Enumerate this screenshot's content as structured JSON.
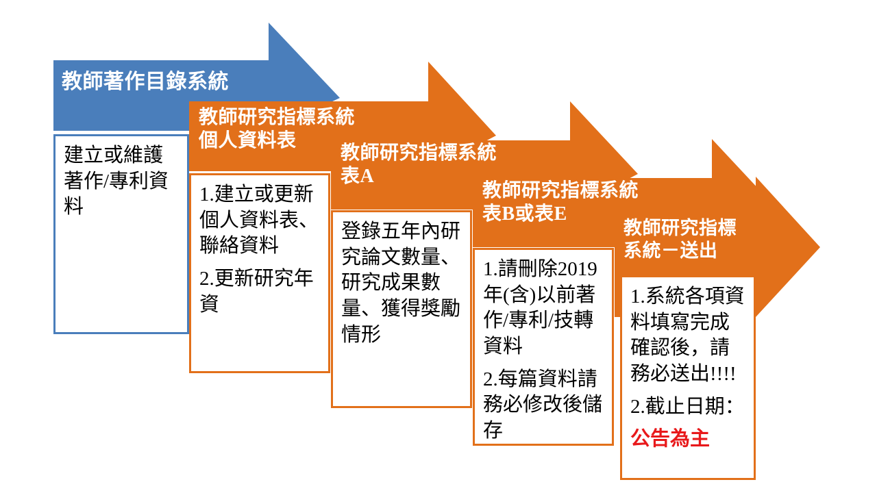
{
  "colors": {
    "blue": "#4A7EBB",
    "orange": "#E2701A",
    "alert_red": "#E8191B",
    "text": "#000000",
    "header_text": "#FFFFFF",
    "background": "#FFFFFF"
  },
  "diagram": {
    "type": "process-flow-chevrons",
    "steps": [
      {
        "index": 1,
        "color": "blue",
        "title": "教師著作目錄系統",
        "title_lines": [
          "教師著作目錄系統"
        ],
        "body": [
          {
            "text": "建立或維護著作/專利資料",
            "style": "normal"
          }
        ]
      },
      {
        "index": 2,
        "color": "orange",
        "title": "教師研究指標系統\n個人資料表",
        "title_lines": [
          "教師研究指標系統",
          "個人資料表"
        ],
        "body": [
          {
            "text": "1.建立或更新個人資料表、聯絡資料",
            "style": "normal"
          },
          {
            "text": "2.更新研究年資",
            "style": "normal"
          }
        ]
      },
      {
        "index": 3,
        "color": "orange",
        "title": "教師研究指標系統\n表A",
        "title_lines": [
          "教師研究指標系統",
          "表A"
        ],
        "body": [
          {
            "text": "登錄五年內研究論文數量、研究成果數量、獲得獎勵情形",
            "style": "normal"
          }
        ]
      },
      {
        "index": 4,
        "color": "orange",
        "title": "教師研究指標系統\n表B或表E",
        "title_lines": [
          "教師研究指標系統",
          "表B或表E"
        ],
        "body": [
          {
            "text": "1.請刪除2019年(含)以前著作/專利/技轉資料",
            "style": "normal"
          },
          {
            "text": "2.每篇資料請務必修改後儲存",
            "style": "normal"
          }
        ]
      },
      {
        "index": 5,
        "color": "orange",
        "title": "教師研究指標系統－送出",
        "title_lines": [
          "教師研究指標",
          "系統－送出"
        ],
        "body": [
          {
            "text": "1.系統各項資料填寫完成確認後，請務必送出!!!!",
            "style": "normal"
          },
          {
            "text": "2.截止日期：",
            "style": "normal"
          },
          {
            "text": "公告為主",
            "style": "alert"
          }
        ]
      }
    ]
  }
}
